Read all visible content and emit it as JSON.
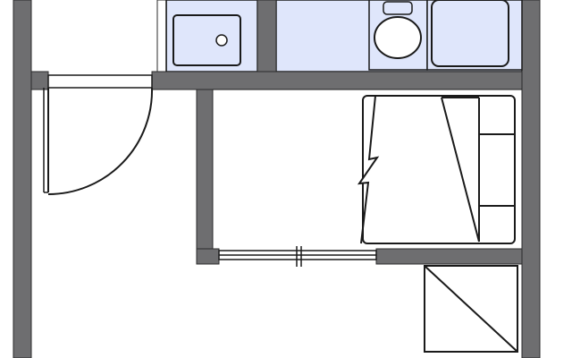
{
  "floor_plan": {
    "labels": [],
    "colors": {
      "wall": "#6e6e70",
      "wall_outline": "#2b2b2b",
      "wet_area": "#dfe6fb",
      "fixture_stroke": "#1a1a1a",
      "background": "#ffffff"
    },
    "fixtures": [
      {
        "kind": "kitchen-sink",
        "icon": "sink-icon"
      },
      {
        "kind": "toilet",
        "icon": "toilet-icon"
      },
      {
        "kind": "bathtub",
        "icon": "bathtub-icon"
      },
      {
        "kind": "bed",
        "icon": "bed-icon"
      },
      {
        "kind": "entrance-door",
        "icon": "swing-door-icon"
      },
      {
        "kind": "closet-sliding-door",
        "icon": "sliding-door-icon"
      },
      {
        "kind": "storage-unit",
        "icon": "storage-box-icon"
      }
    ]
  }
}
